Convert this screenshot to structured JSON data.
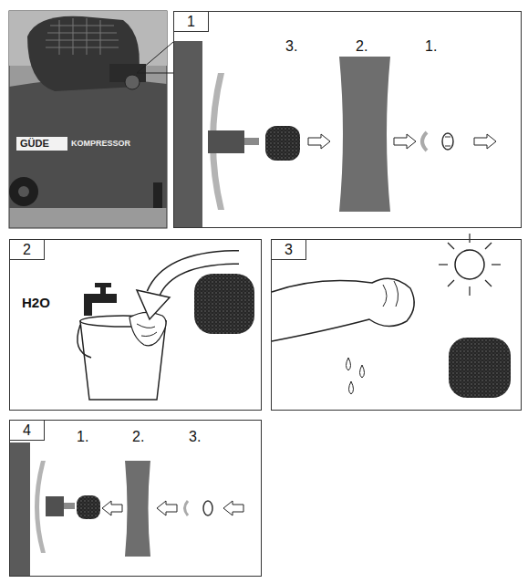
{
  "diagram": {
    "nodes": [
      {
        "text": [
          "1"
        ]
      },
      {
        "text": [
          "2"
        ]
      },
      {
        "text": [
          "3"
        ]
      },
      {
        "text": [
          "4"
        ]
      }
    ],
    "labels": [
      "GÜDE",
      "KOMPRESSOR",
      "3.",
      "2.",
      "1.",
      "H2O",
      "1.",
      "2.",
      "3."
    ]
  }
}
